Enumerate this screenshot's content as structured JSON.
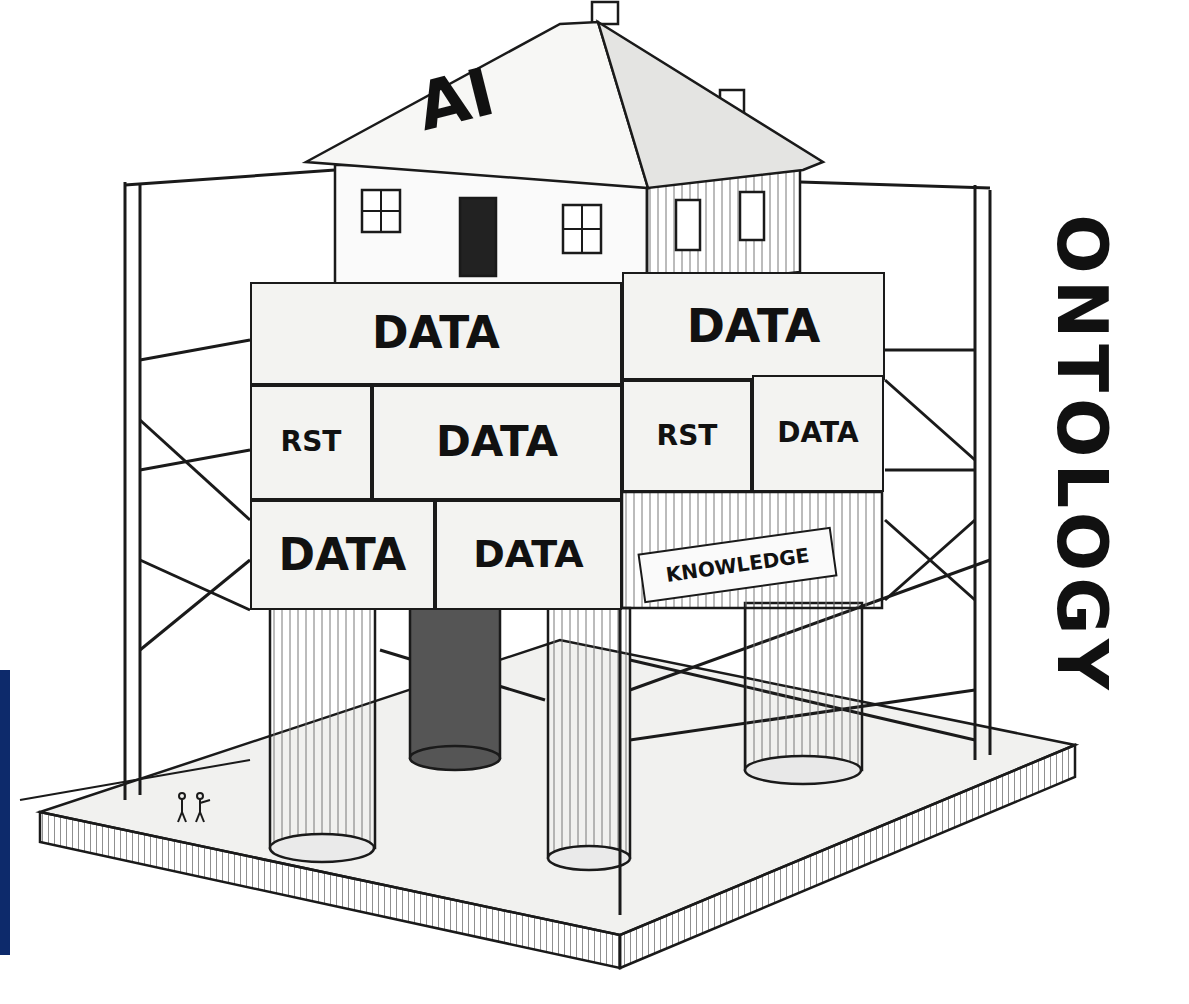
{
  "diagram": {
    "nodes": [
      {
        "text": [
          "AI"
        ]
      },
      {
        "text": [
          "DATA"
        ]
      },
      {
        "text": [
          "DATA"
        ]
      },
      {
        "text": [
          "RST"
        ]
      },
      {
        "text": [
          "DATA"
        ]
      },
      {
        "text": [
          "RST"
        ]
      },
      {
        "text": [
          "DATA"
        ]
      },
      {
        "text": [
          "DATA"
        ]
      },
      {
        "text": [
          "DATA"
        ]
      },
      {
        "text": [
          "KNOWLEDGE"
        ]
      }
    ],
    "labels": [
      "ONTOLOGY"
    ]
  }
}
